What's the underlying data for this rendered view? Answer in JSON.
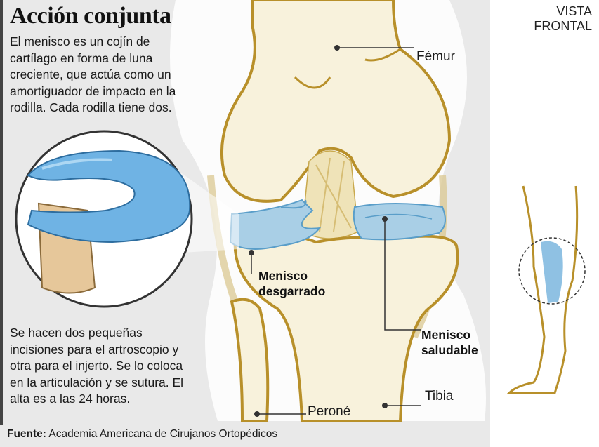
{
  "title": "Acción conjunta",
  "intro_text": "El menisco es un cojín de cartílago en forma de luna creciente, que actúa como un amortiguador de impacto en la rodilla. Cada rodilla tiene dos.",
  "procedure_text": "Se hacen dos pequeñas incisiones para el artroscopio y otra para el injerto. Se lo coloca en la articulación y se sutura. El alta es a las 24 horas.",
  "view_label": {
    "line1": "VISTA",
    "line2": "FRONTAL"
  },
  "labels": {
    "femur": "Fémur",
    "torn_meniscus": {
      "line1": "Menisco",
      "line2": "desgarrado"
    },
    "healthy_meniscus": {
      "line1": "Menisco",
      "line2": "saludable"
    },
    "tibia": "Tibia",
    "fibula": "Peroné"
  },
  "footer": {
    "source_label": "Fuente:",
    "source_text": "Academia Americana de Cirujanos Ortopédicos"
  },
  "colors": {
    "bone_outline": "#b8902a",
    "bone_fill": "#f8f2dc",
    "meniscus_blue": "#6fb3e4",
    "meniscus_light": "#a9cfe6",
    "panel_bg": "#e9e9e9"
  }
}
